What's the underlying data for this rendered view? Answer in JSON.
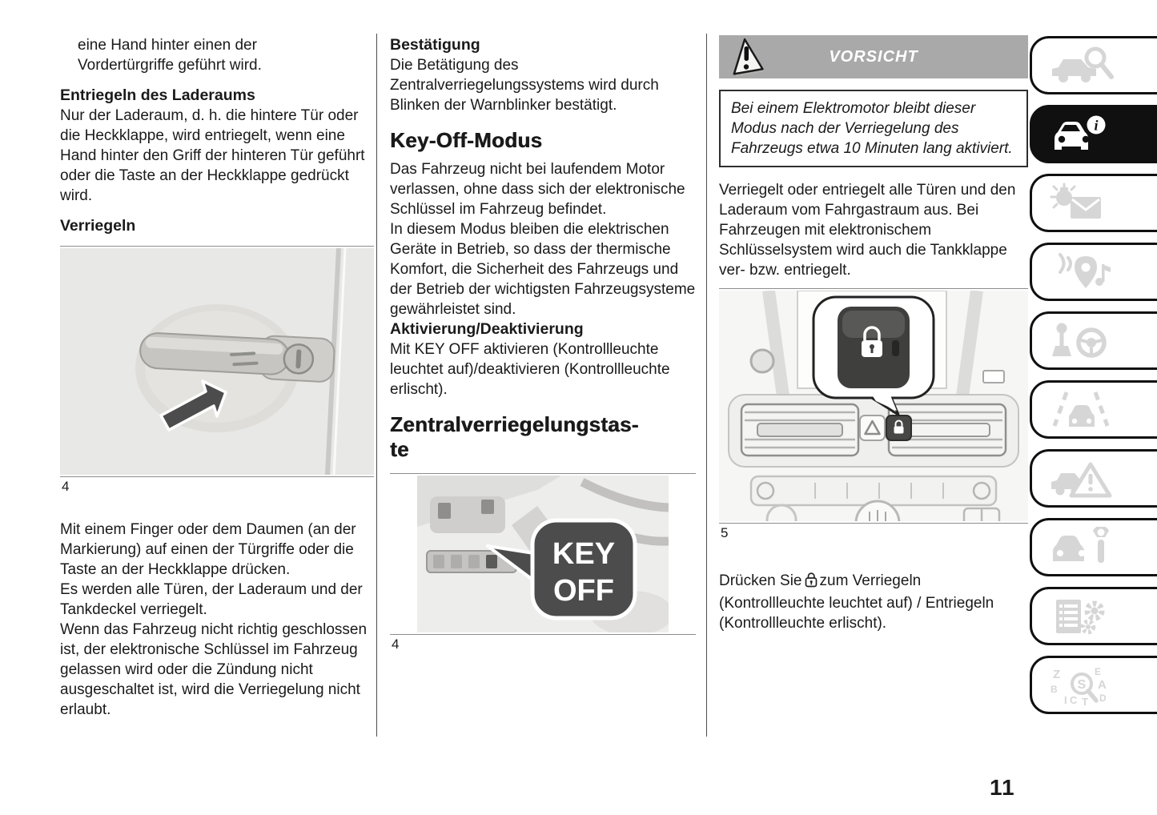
{
  "page": {
    "number": "11"
  },
  "colors": {
    "warning_bar": "#a9a9a9",
    "tab_active": "#111111",
    "icon_inactive": "#d6d6d6"
  },
  "col1": {
    "intro": "eine Hand hinter einen der\nVordertürgriffe geführt wird.",
    "h_unlock_cargo": "Entriegeln des Laderaums",
    "p_unlock_cargo": "Nur der Laderaum, d. h. die hintere Tür oder die Heckklappe, wird entriegelt, wenn eine Hand hinter den Griff der hinteren Tür geführt oder die Taste an der Heckklappe gedrückt wird.",
    "h_lock": "Verriegeln",
    "figure_label": "4",
    "p_lock": "Mit einem Finger oder dem Daumen (an der Markierung) auf einen der Türgriffe oder die Taste an der Heckklappe drücken.\nEs werden alle Türen, der Laderaum und der Tankdeckel verriegelt.\nWenn das Fahrzeug nicht richtig geschlossen ist, der elektronische Schlüssel im Fahrzeug gelassen wird oder die Zündung nicht ausgeschaltet ist, wird die Verriegelung nicht erlaubt."
  },
  "col2": {
    "h_confirm": "Bestätigung",
    "p_confirm": "Die Betätigung des Zentralverriegelungssystems wird durch Blinken der Warnblinker bestätigt.",
    "h_keyoff": "Key-Off-Modus",
    "p_keyoff": "Das Fahrzeug nicht bei laufendem Motor verlassen, ohne dass sich der elektronische Schlüssel im Fahrzeug befindet.\nIn diesem Modus bleiben die elektrischen Geräte in Betrieb, so dass der thermische Komfort, die Sicherheit des Fahrzeugs und der Betrieb der wichtigsten Fahrzeugsysteme gewährleistet sind.",
    "h_activation": "Aktivierung/Deaktivierung",
    "p_activation": "Mit KEY OFF aktivieren (Kontrollleuchte leuchtet auf)/deaktivieren (Kontrollleuchte erlischt).",
    "h_central": "Zentralverriegelungstas-\nte",
    "figure_label": "4",
    "badge_line1": "KEY",
    "badge_line2": "OFF"
  },
  "col3": {
    "warning_title": "VORSICHT",
    "warning_note": "Bei einem Elektromotor bleibt dieser Modus nach der Verriegelung des Fahrzeugs etwa 10 Minuten lang aktiviert.",
    "p_locks": "Verriegelt oder entriegelt alle Türen und den Laderaum vom Fahrgastraum aus. Bei Fahrzeugen mit elektronischem Schlüsselsystem wird auch die Tankklappe ver- bzw. entriegelt.",
    "figure_label": "5",
    "p_press_before": "Drücken Sie",
    "p_press_after": "zum Verriegeln (Kontrollleuchte leuchtet auf) / Entriegeln (Kontrollleuchte erlischt)."
  },
  "sidebar": {
    "items": [
      {
        "icon": "car-search-icon",
        "active": false
      },
      {
        "icon": "car-info-icon",
        "active": true
      },
      {
        "icon": "warning-lights-messages-icon",
        "active": false
      },
      {
        "icon": "multimedia-navigation-icon",
        "active": false
      },
      {
        "icon": "starting-driving-icon",
        "active": false
      },
      {
        "icon": "driving-assistance-icon",
        "active": false
      },
      {
        "icon": "emergency-icon",
        "active": false
      },
      {
        "icon": "service-maintenance-icon",
        "active": false
      },
      {
        "icon": "technical-data-icon",
        "active": false
      },
      {
        "icon": "alphabetical-index-icon",
        "active": false
      }
    ]
  }
}
